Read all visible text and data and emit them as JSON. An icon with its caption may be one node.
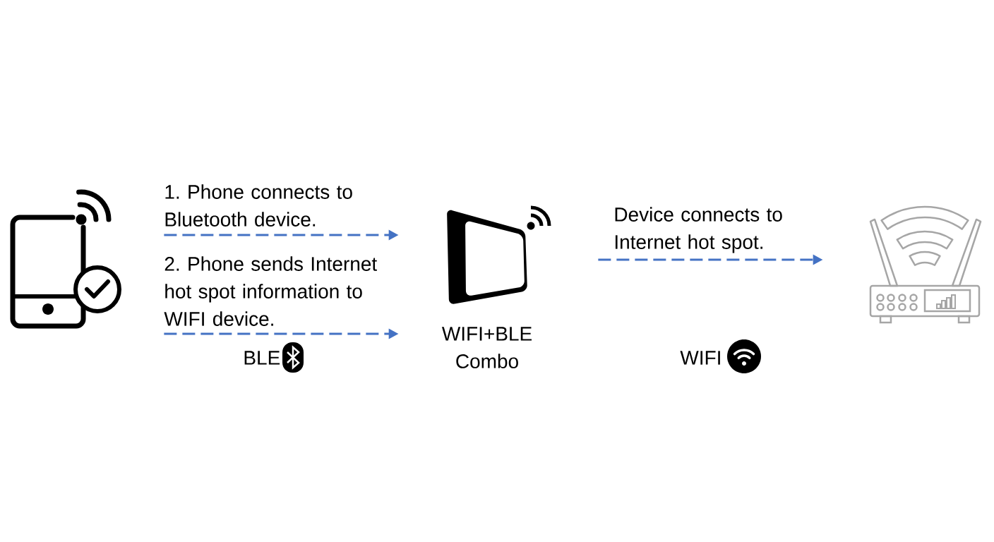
{
  "diagram": {
    "nodes": [
      {
        "text": [],
        "shape": "picture"
      },
      {
        "text": [],
        "shape": "picture",
        "beside": [
          "WIFI+BLE Combo"
        ]
      },
      {
        "text": [],
        "shape": "picture"
      }
    ],
    "edges": [
      {
        "from": 0,
        "to": 1,
        "arrow": "to",
        "label": "1. Phone connects to Bluetooth device.",
        "style": "dashed"
      },
      {
        "from": 0,
        "to": 1,
        "arrow": "to",
        "label": "2. Phone sends Internet hot spot information to WIFI device.",
        "style": "dashed"
      },
      {
        "from": 1,
        "to": 2,
        "arrow": "to",
        "label": "Device connects to Internet hot spot.",
        "style": "dashed"
      }
    ],
    "labels": [
      "BLE",
      "WIFI"
    ]
  }
}
